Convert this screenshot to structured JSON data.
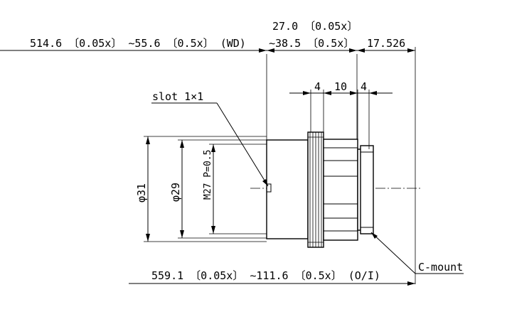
{
  "dimensions": {
    "wd": "514.6 〔0.05x〕 ∼55.6 〔0.5x〕 (WD)",
    "top_length_a": "27.0 〔0.05x〕",
    "top_length_b": "∼38.5 〔0.5x〕",
    "flange": "17.526",
    "seg_a": "4",
    "seg_b": "10",
    "seg_c": "4",
    "slot": "slot 1×1",
    "dia_outer": "φ31",
    "dia_inner": "φ29",
    "thread": "M27 P=0.5",
    "oi": "559.1 〔0.05x〕 ∼111.6 〔0.5x〕 (O/I)",
    "mount": "C-mount"
  }
}
